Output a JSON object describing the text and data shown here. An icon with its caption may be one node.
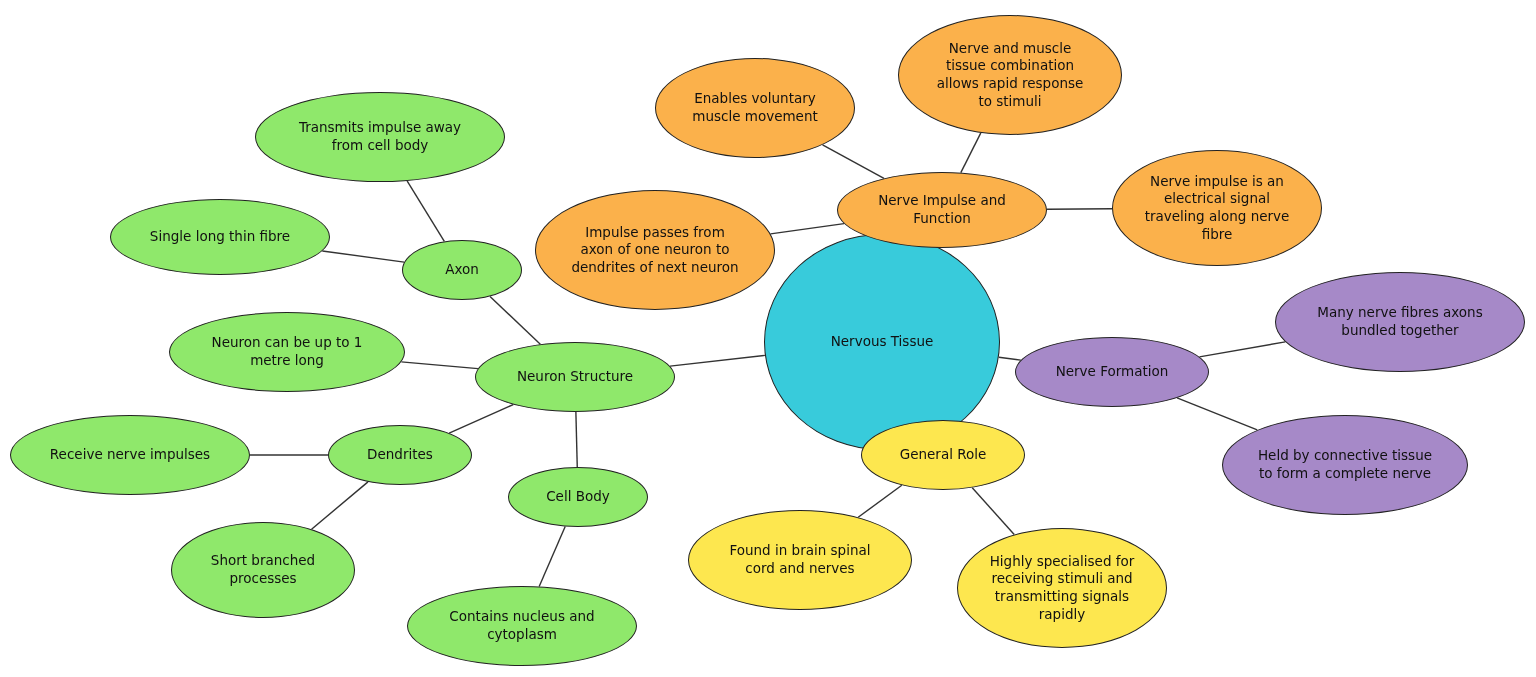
{
  "diagram": {
    "nodes": [
      {
        "text": [
          "Nervous Tissue"
        ]
      },
      {
        "text": [
          "Neuron Structure"
        ]
      },
      {
        "text": [
          "Axon"
        ]
      },
      {
        "text": [
          "Transmits impulse away from cell body"
        ]
      },
      {
        "text": [
          "Single long thin fibre"
        ]
      },
      {
        "text": [
          "Neuron can be up to 1 metre long"
        ]
      },
      {
        "text": [
          "Dendrites"
        ]
      },
      {
        "text": [
          "Receive nerve impulses"
        ]
      },
      {
        "text": [
          "Short branched processes"
        ]
      },
      {
        "text": [
          "Cell Body"
        ]
      },
      {
        "text": [
          "Contains nucleus and cytoplasm"
        ]
      },
      {
        "text": [
          "Nerve Impulse and Function"
        ]
      },
      {
        "text": [
          "Enables voluntary muscle movement"
        ]
      },
      {
        "text": [
          "Nerve and muscle tissue combination allows rapid response to stimuli"
        ]
      },
      {
        "text": [
          "Impulse passes from axon of one neuron to dendrites of next neuron"
        ]
      },
      {
        "text": [
          "Nerve impulse is an electrical signal traveling along nerve fibre"
        ]
      },
      {
        "text": [
          "Nerve Formation"
        ]
      },
      {
        "text": [
          "Many nerve fibres axons bundled together"
        ]
      },
      {
        "text": [
          "Held by connective tissue to form a complete nerve"
        ]
      },
      {
        "text": [
          "General Role"
        ]
      },
      {
        "text": [
          "Found in brain spinal cord and nerves"
        ]
      },
      {
        "text": [
          "Highly specialised for receiving stimuli and transmitting signals rapidly"
        ]
      }
    ],
    "edges": [
      {
        "from": 0,
        "to": 1,
        "arrow": "none"
      },
      {
        "from": 1,
        "to": 2,
        "arrow": "none"
      },
      {
        "from": 2,
        "to": 3,
        "arrow": "none"
      },
      {
        "from": 2,
        "to": 4,
        "arrow": "none"
      },
      {
        "from": 1,
        "to": 5,
        "arrow": "none"
      },
      {
        "from": 1,
        "to": 6,
        "arrow": "none"
      },
      {
        "from": 6,
        "to": 7,
        "arrow": "none"
      },
      {
        "from": 6,
        "to": 8,
        "arrow": "none"
      },
      {
        "from": 1,
        "to": 9,
        "arrow": "none"
      },
      {
        "from": 9,
        "to": 10,
        "arrow": "none"
      },
      {
        "from": 11,
        "to": 12,
        "arrow": "none"
      },
      {
        "from": 11,
        "to": 13,
        "arrow": "none"
      },
      {
        "from": 11,
        "to": 14,
        "arrow": "none"
      },
      {
        "from": 11,
        "to": 15,
        "arrow": "none"
      },
      {
        "from": 0,
        "to": 16,
        "arrow": "none"
      },
      {
        "from": 16,
        "to": 17,
        "arrow": "none"
      },
      {
        "from": 16,
        "to": 18,
        "arrow": "none"
      },
      {
        "from": 19,
        "to": 20,
        "arrow": "none"
      },
      {
        "from": 19,
        "to": 21,
        "arrow": "none"
      }
    ]
  }
}
